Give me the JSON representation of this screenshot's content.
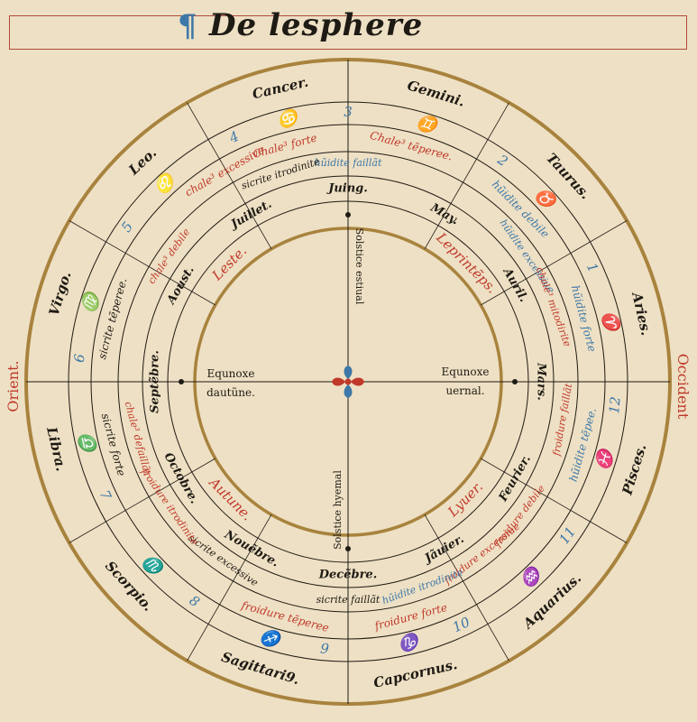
{
  "title": "De lesphere",
  "title_mark": "¶",
  "colors": {
    "ink": "#1e1a14",
    "red": "#c0392b",
    "blue": "#3d78a8",
    "gold": "#a8833e",
    "parchment": "#eee0c4"
  },
  "sides": {
    "left": "Orient.",
    "right": "Occident"
  },
  "center_icon": "rosette-icon",
  "zodiac": [
    {
      "label": "Cancer.",
      "angle": -103
    },
    {
      "label": "Gemini.",
      "angle": -73
    },
    {
      "label": "Taurus.",
      "angle": -43
    },
    {
      "label": "Aries.",
      "angle": -13
    },
    {
      "label": "Pisces.",
      "angle": 17
    },
    {
      "label": "Aquarius.",
      "angle": 47
    },
    {
      "label": "Capcornus.",
      "angle": 77
    },
    {
      "label": "Sagittari9.",
      "angle": 107
    },
    {
      "label": "Scorpio.",
      "angle": 137
    },
    {
      "label": "Libra.",
      "angle": 167
    },
    {
      "label": "Virgo.",
      "angle": 197
    },
    {
      "label": "Leo.",
      "angle": 227
    }
  ],
  "symbols": [
    {
      "label": "♋",
      "angle": -103
    },
    {
      "label": "♊",
      "angle": -73
    },
    {
      "label": "♉",
      "angle": -43
    },
    {
      "label": "♈",
      "angle": -13
    },
    {
      "label": "♓",
      "angle": 17
    },
    {
      "label": "♒",
      "angle": 47
    },
    {
      "label": "♑",
      "angle": 77
    },
    {
      "label": "♐",
      "angle": 107
    },
    {
      "label": "♏",
      "angle": 137
    },
    {
      "label": "♎",
      "angle": 167
    },
    {
      "label": "♍",
      "angle": 197
    },
    {
      "label": "♌",
      "angle": 227
    }
  ],
  "numbers": [
    {
      "label": "3",
      "angle": -90
    },
    {
      "label": "2",
      "angle": -55
    },
    {
      "label": "1",
      "angle": -25
    },
    {
      "label": "12",
      "angle": 5
    },
    {
      "label": "11",
      "angle": 35
    },
    {
      "label": "10",
      "angle": 65
    },
    {
      "label": "9",
      "angle": 95
    },
    {
      "label": "8",
      "angle": 125
    },
    {
      "label": "7",
      "angle": 155
    },
    {
      "label": "6",
      "angle": 185
    },
    {
      "label": "5",
      "angle": 215
    },
    {
      "label": "4",
      "angle": 245
    }
  ],
  "qualities": [
    {
      "label": "Chale³ forte",
      "angle": -105,
      "color": "red"
    },
    {
      "label": "Chale³ tẽperee.",
      "angle": -75,
      "color": "red"
    },
    {
      "label": "hũidite debile",
      "angle": -45,
      "color": "blue"
    },
    {
      "label": "hũidite forte",
      "angle": -15,
      "color": "blue"
    },
    {
      "label": "hũidite tẽpee.",
      "angle": 15,
      "color": "blue"
    },
    {
      "label": "froidure forte",
      "angle": 75,
      "color": "red"
    },
    {
      "label": "froidure tẽperee",
      "angle": 105,
      "color": "red"
    },
    {
      "label": "sicrite forte",
      "angle": 165,
      "color": "ink"
    },
    {
      "label": "sicrite tẽperee.",
      "angle": 195,
      "color": "ink"
    },
    {
      "label": "chale³ excessive.",
      "angle": 240,
      "color": "red"
    }
  ],
  "qualities_inner": [
    {
      "label": "hũidite faillãt",
      "angle": -90,
      "color": "blue"
    },
    {
      "label": "hũidite excessiue",
      "angle": -35,
      "color": "blue"
    },
    {
      "label": "chale³ mitodirite",
      "angle": -20,
      "color": "red"
    },
    {
      "label": "froidure faillãt",
      "angle": 10,
      "color": "red"
    },
    {
      "label": "froidure debile",
      "angle": 38,
      "color": "red"
    },
    {
      "label": "froidure excessiue",
      "angle": 52,
      "color": "red"
    },
    {
      "label": "hũidite itrodinite",
      "angle": 70,
      "color": "blue"
    },
    {
      "label": "sicrite faillãt",
      "angle": 90,
      "color": "ink"
    },
    {
      "label": "sicrite excessive",
      "angle": 125,
      "color": "ink"
    },
    {
      "label": "froidure itrodinite",
      "angle": 145,
      "color": "red"
    },
    {
      "label": "chale³ defaillãt",
      "angle": 165,
      "color": "red"
    },
    {
      "label": "chale³ debile",
      "angle": 215,
      "color": "red"
    },
    {
      "label": "sicrite itrodinite",
      "angle": 252,
      "color": "ink"
    }
  ],
  "months": [
    {
      "label": "Juing.",
      "angle": -90
    },
    {
      "label": "May.",
      "angle": -60
    },
    {
      "label": "Auril.",
      "angle": -30
    },
    {
      "label": "Mars.",
      "angle": 0
    },
    {
      "label": "Feurier.",
      "angle": 30
    },
    {
      "label": "Jãuier.",
      "angle": 60
    },
    {
      "label": "Decẽbre.",
      "angle": 90
    },
    {
      "label": "Nouẽbre.",
      "angle": 120
    },
    {
      "label": "Octobre.",
      "angle": 150
    },
    {
      "label": "Septẽbre.",
      "angle": 180
    },
    {
      "label": "Aoust.",
      "angle": 210
    },
    {
      "label": "Juillet.",
      "angle": 240
    }
  ],
  "seasons": [
    {
      "label": "Leprintẽps.",
      "angle": -45
    },
    {
      "label": "Lyuer.",
      "angle": 45
    },
    {
      "label": "Autune.",
      "angle": 135
    },
    {
      "label": "Leste.",
      "angle": 225
    }
  ],
  "center_labels": {
    "solstice_top": "Solstice estiual",
    "solstice_bottom": "Solstice hyemal",
    "equinox_left_1": "Equnoxe",
    "equinox_left_2": "dautũne.",
    "equinox_right_1": "Equnoxe",
    "equinox_right_2": "uernal."
  }
}
